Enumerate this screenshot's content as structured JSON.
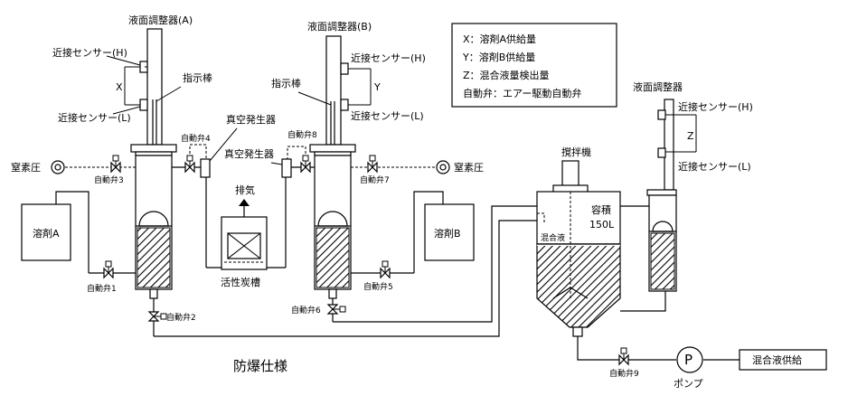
{
  "legend": {
    "x": "X：溶剤A供給量",
    "y": "Y：溶剤B供給量",
    "z": "Z：混合液量検出量",
    "valve": "自動弁：エアー駆動自動弁"
  },
  "labels": {
    "level_a": "液面調整器(A)",
    "level_b": "液面調整器(B)",
    "level_c": "液面調整器",
    "prox_h": "近接センサー(H)",
    "prox_l": "近接センサー(L)",
    "indicator": "指示棒",
    "vacuum": "真空発生器",
    "n2": "窒素圧",
    "solvent_a": "溶剤A",
    "solvent_b": "溶剤B",
    "exhaust": "排気",
    "carbon": "活性炭槽",
    "stirrer": "撹拌機",
    "mixed": "混合液",
    "capacity": "容積",
    "volume": "150L",
    "explosion": "防爆仕様",
    "pump": "ポンプ",
    "pump_symbol": "P",
    "supply": "混合液供給",
    "xl": "X",
    "yl": "Y",
    "zl": "Z"
  },
  "valves": {
    "v1": "自動弁1",
    "v2": "自動弁2",
    "v3": "自動弁3",
    "v4": "自動弁4",
    "v5": "自動弁5",
    "v6": "自動弁6",
    "v7": "自動弁7",
    "v8": "自動弁8",
    "v9": "自動弁9"
  }
}
